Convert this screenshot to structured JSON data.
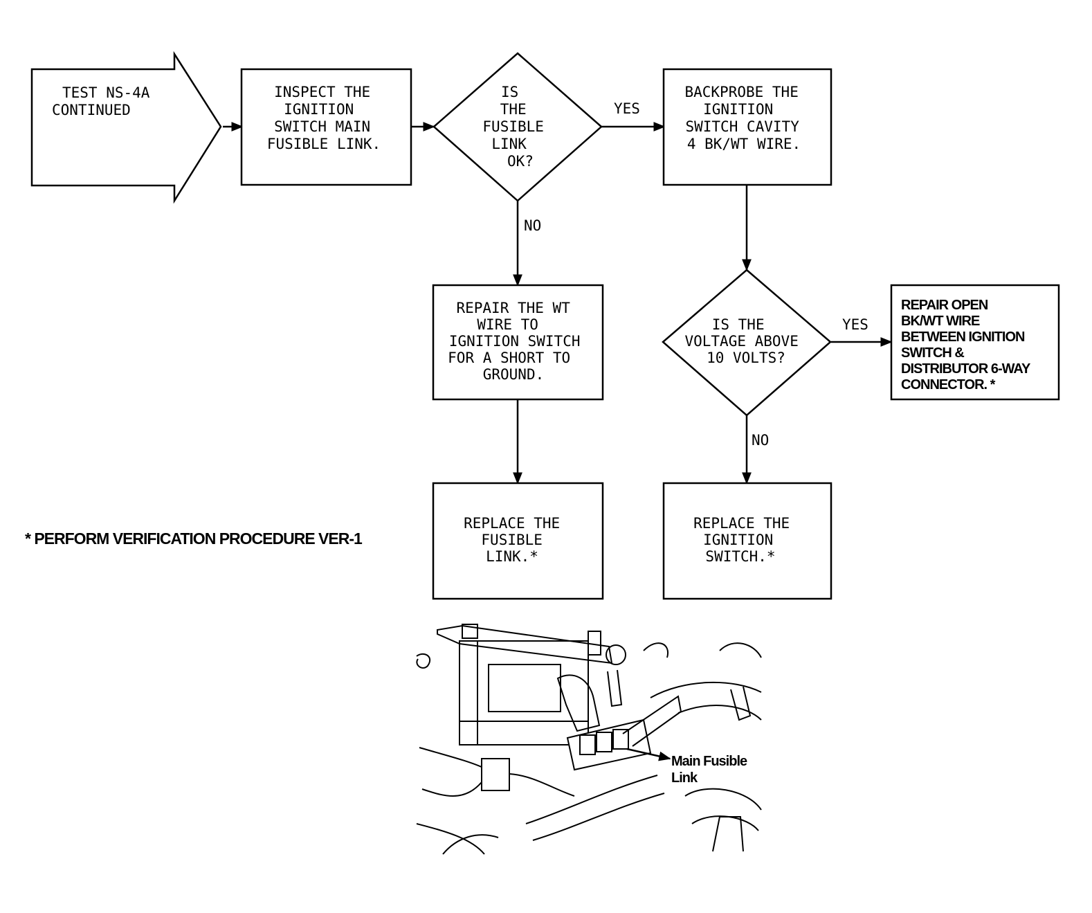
{
  "nodes": {
    "start": [
      "TEST NS-4A",
      "CONTINUED"
    ],
    "inspect": [
      "INSPECT THE",
      "IGNITION",
      "SWITCH MAIN",
      "FUSIBLE LINK."
    ],
    "decision_fusible": [
      "IS",
      "THE",
      "FUSIBLE",
      "LINK",
      "OK?"
    ],
    "backprobe": [
      "BACKPROBE THE",
      "IGNITION",
      "SWITCH CAVITY",
      "4 BK/WT WIRE."
    ],
    "repair_wt": [
      "REPAIR THE WT",
      "WIRE TO",
      "IGNITION SWITCH",
      "FOR A SHORT TO",
      "GROUND."
    ],
    "decision_voltage": [
      "IS THE",
      "VOLTAGE ABOVE",
      "10 VOLTS?"
    ],
    "repair_open": [
      "REPAIR OPEN",
      "BK/WT WIRE",
      "BETWEEN IGNITION",
      "SWITCH &",
      "DISTRIBUTOR 6-WAY",
      "CONNECTOR. *"
    ],
    "replace_link": [
      "REPLACE THE",
      "FUSIBLE",
      "LINK.*"
    ],
    "replace_switch": [
      "REPLACE THE",
      "IGNITION",
      "SWITCH.*"
    ]
  },
  "edge_labels": {
    "fusible_yes": "YES",
    "fusible_no": "NO",
    "voltage_yes": "YES",
    "voltage_no": "NO"
  },
  "footnote": "* PERFORM VERIFICATION PROCEDURE VER-1",
  "illustration": {
    "callout": [
      "Main Fusible",
      "Link"
    ]
  }
}
